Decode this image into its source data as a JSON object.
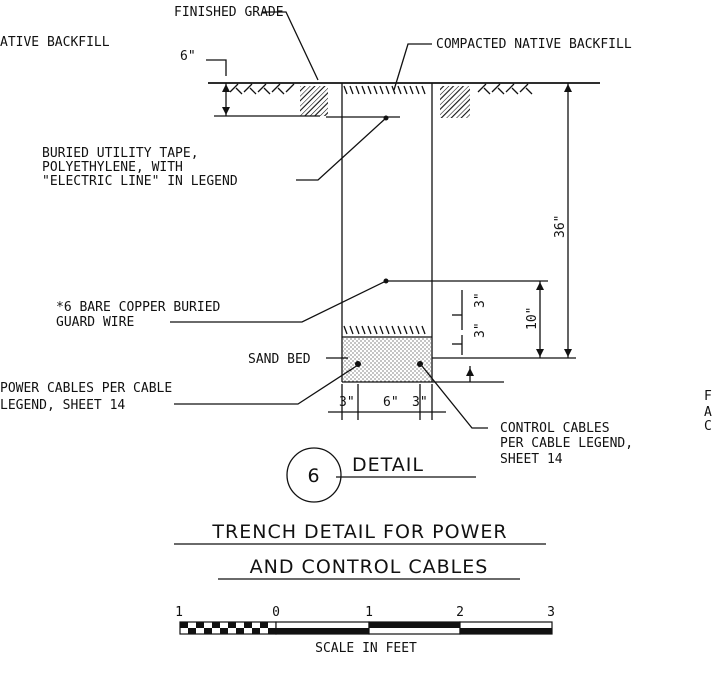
{
  "labels": {
    "finished_grade": "FINISHED GRADE",
    "native_backfill_left": "ATIVE BACKFILL",
    "compacted_native_backfill": "COMPACTED NATIVE BACKFILL",
    "tape_line1": "BURIED UTILITY TAPE,",
    "tape_line2": "POLYETHYLENE, WITH",
    "tape_line3": "\"ELECTRIC LINE\" IN LEGEND",
    "guard_line1": "*6 BARE COPPER BURIED",
    "guard_line2": "GUARD WIRE",
    "sand_bed": "SAND BED",
    "power_line1": "POWER CABLES PER CABLE",
    "power_line2": "LEGEND, SHEET 14",
    "control_line1": "CONTROL CABLES",
    "control_line2": "PER CABLE LEGEND,",
    "control_line3": "SHEET 14",
    "right_edge_1": "F",
    "right_edge_2": "A",
    "right_edge_3": "C"
  },
  "dimensions": {
    "top_cover": "6\"",
    "depth_total": "36\"",
    "guard_spacing": "3\"",
    "cable_spacing": "3\"",
    "bed_depth": "10\"",
    "width_left": "3\"",
    "width_mid": "6\"",
    "width_right": "3\""
  },
  "detail": {
    "number": "6",
    "label": "DETAIL",
    "title_line1": "TRENCH DETAIL FOR POWER",
    "title_line2": "AND CONTROL CABLES"
  },
  "scale": {
    "ticks": [
      "1",
      "0",
      "1",
      "2",
      "3"
    ],
    "caption": "SCALE IN FEET"
  }
}
